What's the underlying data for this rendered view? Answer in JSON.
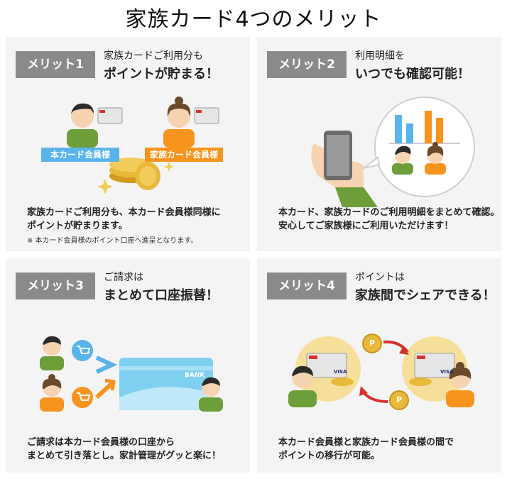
{
  "title": "家族カード4つのメリット",
  "panels": [
    {
      "badge": "メリット1",
      "heading_line1": "家族カードご利用分も",
      "heading_line2": "ポイントが貯まる！",
      "body_line1": "家族カードご利用分も、本カード会員様同様に",
      "body_line2": "ポイントが貯まります。",
      "note": "※ 本カード会員様のポイント口座へ進呈となります。",
      "tag_primary": "本カード会員様",
      "tag_family": "家族カード会員様"
    },
    {
      "badge": "メリット2",
      "heading_line1": "利用明細を",
      "heading_line2": "いつでも確認可能！",
      "body_line1": "本カード、家族カードのご利用明細をまとめて確認。",
      "body_line2": "安心してご家族様にご利用いただけます！"
    },
    {
      "badge": "メリット3",
      "heading_line1": "ご請求は",
      "heading_line2": "まとめて口座振替！",
      "body_line1": "ご請求は本カード会員様の口座から",
      "body_line2": "まとめて引き落とし。家計管理がグッと楽に！",
      "bank_label": "BANK"
    },
    {
      "badge": "メリット4",
      "heading_line1": "ポイントは",
      "heading_line2": "家族間でシェアできる！",
      "body_line1": "本カード会員様と家族カード会員様の間で",
      "body_line2": "ポイントの移行が可能。",
      "card_brand": "VISA",
      "point_symbol": "P"
    }
  ],
  "colors": {
    "badge_bg": "#8a8a8a",
    "panel_bg": "#f4f4f4",
    "primary_blue": "#5ab4ec",
    "family_orange": "#f7941d",
    "gold": "#e8b93a",
    "shirt_green": "#6e9e3a",
    "arrow_red": "#d7312c"
  }
}
